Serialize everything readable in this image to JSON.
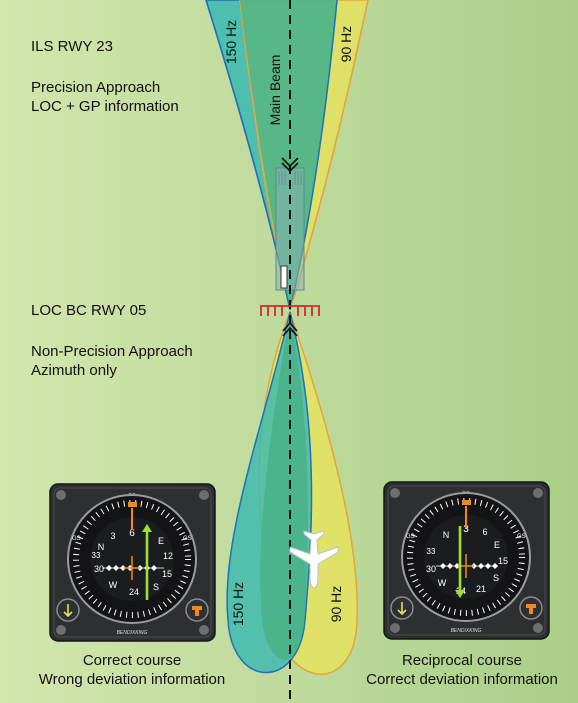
{
  "ils": {
    "title": "ILS RWY 23",
    "line1": "Precision Approach",
    "line2": "LOC + GP information"
  },
  "loc_bc": {
    "title": "LOC BC RWY 05",
    "line1": "Non-Precision Approach",
    "line2": "Azimuth only"
  },
  "beams": {
    "hz150": "150 Hz",
    "hz90": "90 Hz",
    "main_beam": "Main Beam"
  },
  "left_instrument": {
    "caption_line1": "Correct course",
    "caption_line2": "Wrong deviation information",
    "maker": "BENDIXKING",
    "dc": "DC",
    "course": "24"
  },
  "right_instrument": {
    "caption_line1": "Reciprocal course",
    "caption_line2": "Correct deviation information",
    "maker": "BENDIXKING",
    "dc": "DC",
    "course": "6"
  },
  "colors": {
    "hz150_fill": "#3ab8b0",
    "hz90_fill": "#e8e25a",
    "overlap_fill": "#4ab28a",
    "background": "#c2dca0"
  }
}
